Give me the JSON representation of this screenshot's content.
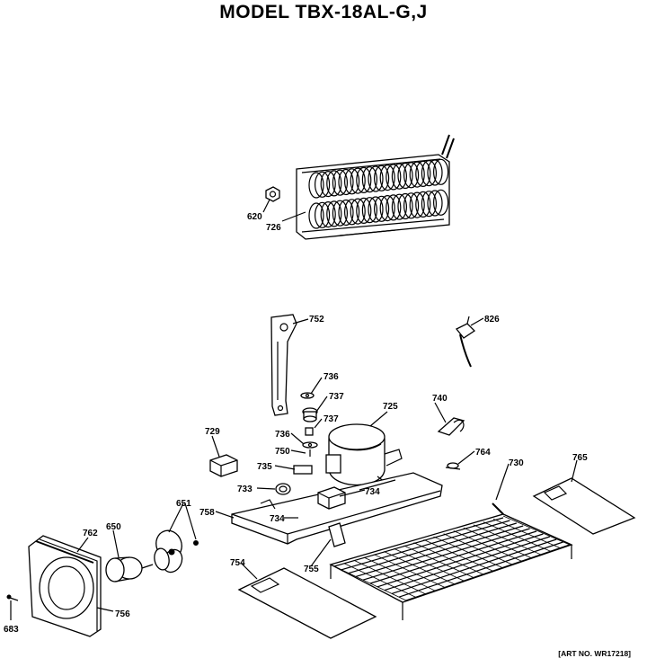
{
  "title": "MODEL TBX-18AL-G,J",
  "art_number": "[ART NO. WR17218]",
  "part_labels": {
    "p620": "620",
    "p726": "726",
    "p752": "752",
    "p826": "826",
    "p736a": "736",
    "p737a": "737",
    "p737b": "737",
    "p725": "725",
    "p740": "740",
    "p729": "729",
    "p736b": "736",
    "p750": "750",
    "p764": "764",
    "p730": "730",
    "p765": "765",
    "p735": "735",
    "p733": "733",
    "p734a": "734",
    "p651": "651",
    "p758": "758",
    "p734b": "734",
    "p762": "762",
    "p650": "650",
    "p755": "755",
    "p754": "754",
    "p756": "756",
    "p683": "683"
  }
}
